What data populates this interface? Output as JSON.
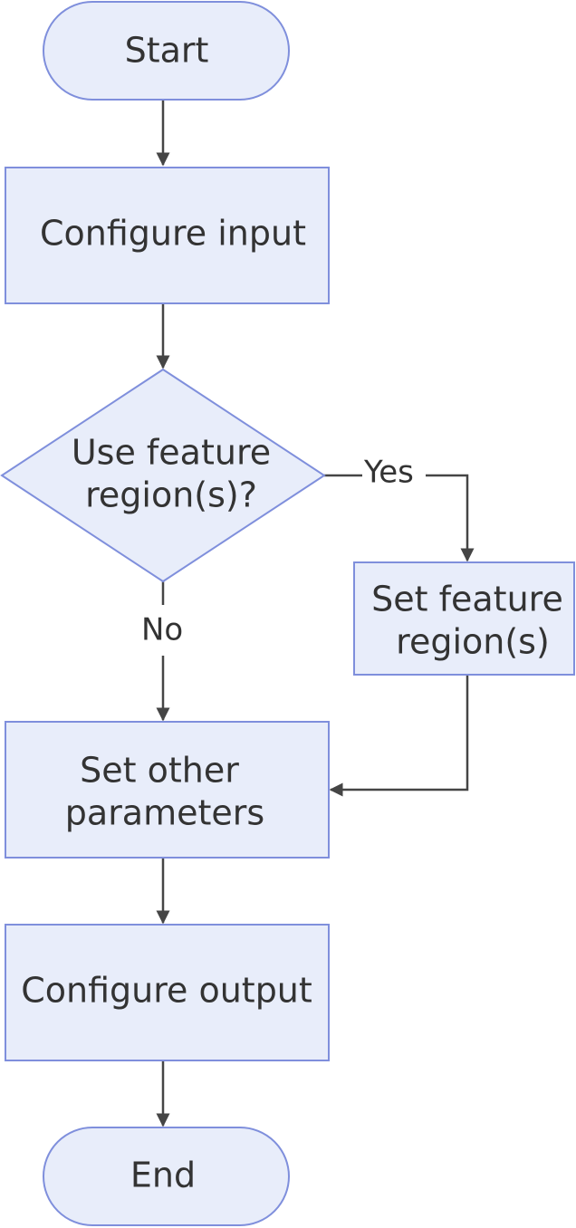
{
  "nodes": {
    "start": {
      "label": "Start"
    },
    "configure_input": {
      "label": "Configure input"
    },
    "decision": {
      "line1": "Use feature",
      "line2": "region(s)?"
    },
    "set_feature": {
      "line1": "Set feature",
      "line2": "region(s)"
    },
    "set_other": {
      "line1": "Set other",
      "line2": "parameters"
    },
    "configure_output": {
      "label": "Configure output"
    },
    "end": {
      "label": "End"
    }
  },
  "edges": {
    "yes_label": "Yes",
    "no_label": "No"
  },
  "colors": {
    "node_fill": "#e8edfa",
    "node_stroke": "#7f8fdc",
    "edge": "#454545",
    "text": "#333333"
  }
}
